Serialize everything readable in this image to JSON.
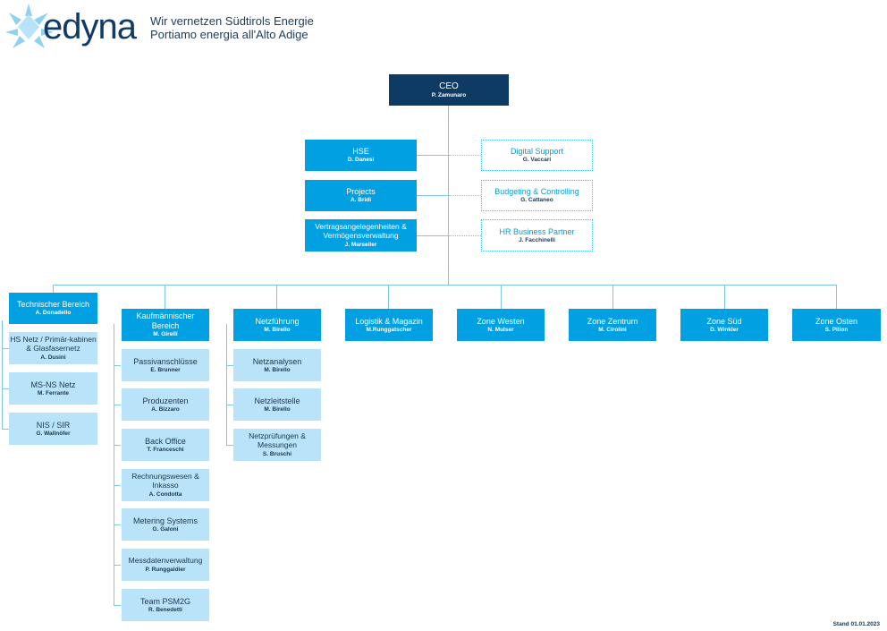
{
  "header": {
    "logo_text": "edyna",
    "tagline_de": "Wir vernetzen Südtirols Energie",
    "tagline_it": "Portiamo energia all'Alto Adige"
  },
  "colors": {
    "dark_navy": "#0d3b63",
    "primary_blue": "#00a0e3",
    "light_blue": "#b9e3f8",
    "connector": "#7cc8ec"
  },
  "ceo": {
    "title": "CEO",
    "name": "P. Zamunaro"
  },
  "staff": [
    {
      "title": "HSE",
      "name": "D. Danesi"
    },
    {
      "title": "Projects",
      "name": "A. Bridi"
    },
    {
      "title": "Vertragsangelegenheiten & Vermögensverwaltung",
      "name": "J. Marseiler"
    }
  ],
  "support": [
    {
      "title": "Digital Support",
      "name": "G. Vaccari"
    },
    {
      "title": "Budgeting & Controlling",
      "name": "G. Cattaneo"
    },
    {
      "title": "HR Business Partner",
      "name": "J. Facchinelli"
    }
  ],
  "departments": [
    {
      "title": "Technischer Bereich",
      "name": "A. Donadello"
    },
    {
      "title": "Kaufmännischer Bereich",
      "name": "M. Girelli"
    },
    {
      "title": "Netzführung",
      "name": "M. Birello"
    },
    {
      "title": "Logistik & Magazin",
      "name": "M.Runggatscher"
    },
    {
      "title": "Zone Westen",
      "name": "N. Mulser"
    },
    {
      "title": "Zone Zentrum",
      "name": "M. Cirolini"
    },
    {
      "title": "Zone Süd",
      "name": "D. Winkler"
    },
    {
      "title": "Zone Osten",
      "name": "S. Pillon"
    }
  ],
  "technischer_sub": [
    {
      "title": "HS Netz / Primär-kabinen & Glasfasernetz",
      "name": "A. Dusini"
    },
    {
      "title": "MS-NS Netz",
      "name": "M. Ferrante"
    },
    {
      "title": "NIS / SIR",
      "name": "G. Wallnöfer"
    }
  ],
  "kaufm_sub": [
    {
      "title": "Passivanschlüsse",
      "name": "E. Brunner"
    },
    {
      "title": "Produzenten",
      "name": "A. Bizzaro"
    },
    {
      "title": "Back Office",
      "name": "T. Franceschi"
    },
    {
      "title": "Rechnungswesen & Inkasso",
      "name": "A. Condotta"
    },
    {
      "title": "Metering Systems",
      "name": "G. Galoni"
    },
    {
      "title": "Messdatenverwaltung",
      "name": "P. Runggaldier"
    },
    {
      "title": "Team PSM2G",
      "name": "R. Benedetti"
    }
  ],
  "netz_sub": [
    {
      "title": "Netzanalysen",
      "name": "M. Birello"
    },
    {
      "title": "Netzleitstelle",
      "name": "M. Birello"
    },
    {
      "title": "Netzprüfungen & Messungen",
      "name": "S. Bruschi"
    }
  ],
  "footer": {
    "stand": "Stand 01.01.2023"
  }
}
